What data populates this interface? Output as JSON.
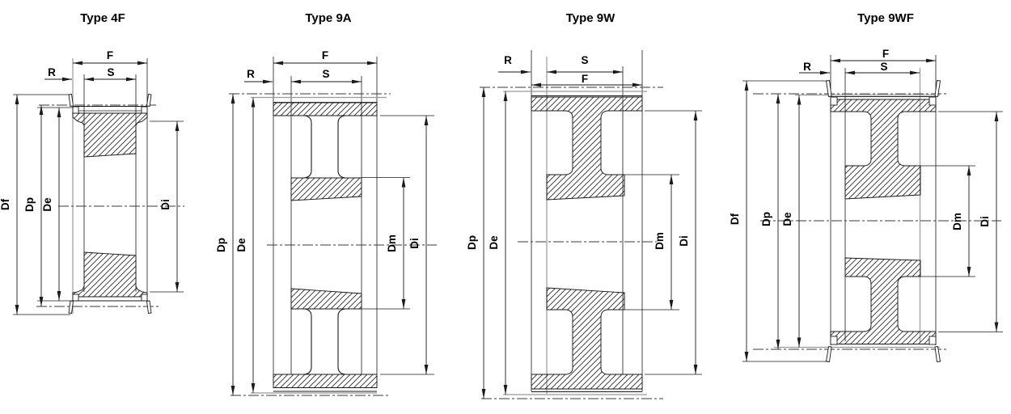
{
  "page": {
    "background": "#ffffff",
    "description": "Four technical cross-section drawings of taper-bushed timing pulley types"
  },
  "colors": {
    "line": "#1a1a1a",
    "gray": "#999999",
    "label": "#000000",
    "centerline": "#3a3a3a"
  },
  "drawings": [
    {
      "title": "Type 4F",
      "dims": {
        "F": "F",
        "R": "R",
        "S": "S",
        "Df": "Df",
        "Dp": "Dp",
        "De": "De",
        "Di": "Di"
      }
    },
    {
      "title": "Type 9A",
      "dims": {
        "F": "F",
        "R": "R",
        "S": "S",
        "Dp": "Dp",
        "De": "De",
        "Dm": "Dm",
        "Di": "Di"
      }
    },
    {
      "title": "Type 9W",
      "dims": {
        "R": "R",
        "S": "S",
        "F": "F",
        "Dp": "Dp",
        "De": "De",
        "Dm": "Dm",
        "Di": "Di"
      }
    },
    {
      "title": "Type 9WF",
      "dims": {
        "F": "F",
        "R": "R",
        "S": "S",
        "Df": "Df",
        "Dp": "Dp",
        "De": "De",
        "Dm": "Dm",
        "Di": "Di"
      }
    }
  ]
}
